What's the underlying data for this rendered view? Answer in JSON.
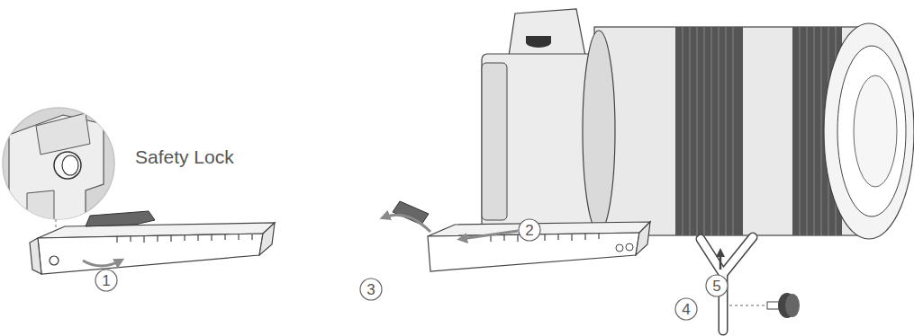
{
  "diagram": {
    "labels": [
      "Safety Lock",
      "1",
      "2",
      "3",
      "4",
      "5"
    ]
  }
}
